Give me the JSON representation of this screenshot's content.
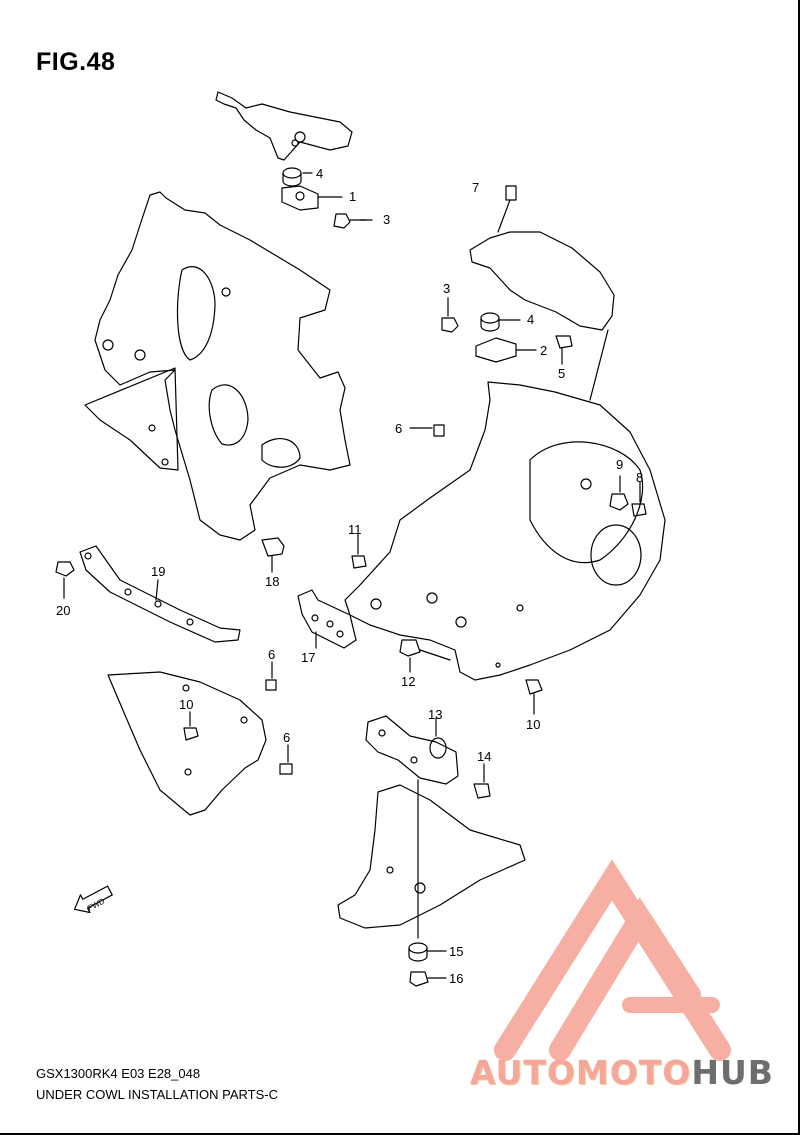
{
  "figure": {
    "title": "FIG.48",
    "code": "GSX1300RK4 E03 E28_048",
    "name": "UNDER COWL INSTALLATION PARTS-C"
  },
  "callouts": {
    "c1": "1",
    "c2": "2",
    "c3a": "3",
    "c3b": "3",
    "c4a": "4",
    "c4b": "4",
    "c5": "5",
    "c6a": "6",
    "c6b": "6",
    "c6c": "6",
    "c7": "7",
    "c8": "8",
    "c9": "9",
    "c10a": "10",
    "c10b": "10",
    "c11": "11",
    "c12": "12",
    "c13": "13",
    "c14": "14",
    "c15": "15",
    "c16": "16",
    "c17": "17",
    "c18": "18",
    "c19": "19",
    "c20": "20"
  },
  "fwd_label": "FWD",
  "watermark": {
    "part1": "AUTOMOTO",
    "part2": "HUB",
    "color_primary": "#f5a89a",
    "color_secondary": "#6e6e6e",
    "color_accent": "#f7c9a0"
  }
}
